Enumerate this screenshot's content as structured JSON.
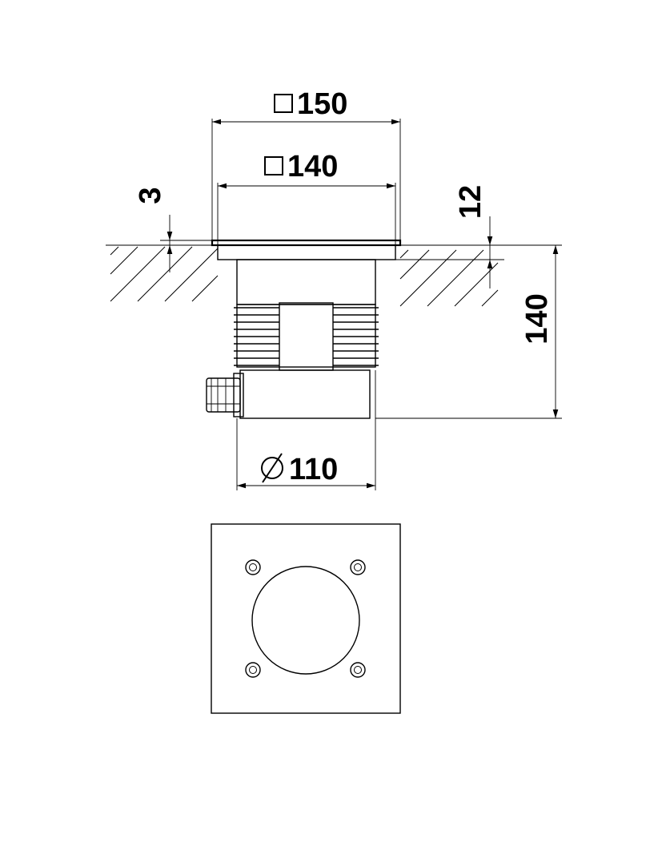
{
  "drawing": {
    "dimensions": {
      "square_outer": "150",
      "square_inner": "140",
      "collar_thickness": "3",
      "recess_depth": "12",
      "total_height": "140",
      "body_diameter": "110"
    },
    "symbols": {
      "square": "square-symbol",
      "diameter": "diameter-symbol"
    },
    "line_color": "#000000",
    "background": "#ffffff"
  }
}
